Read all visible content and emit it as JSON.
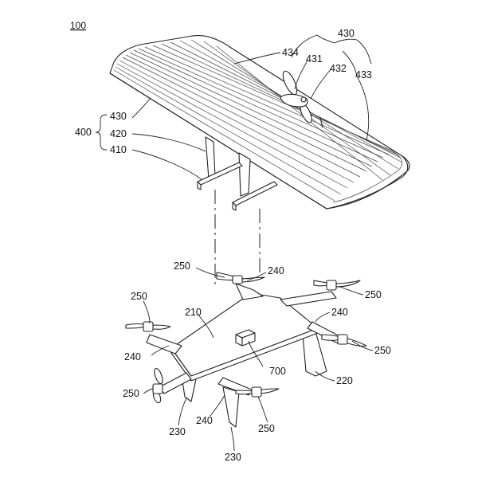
{
  "figure_number": "100",
  "labels": {
    "l430a": "430",
    "l434": "434",
    "l431": "431",
    "l432": "432",
    "l433": "433",
    "l430b": "430",
    "l400": "400",
    "l420": "420",
    "l410": "410",
    "l250a": "250",
    "l240a": "240",
    "l250b": "250",
    "l250c": "250",
    "l210": "210",
    "l240b": "240",
    "l250d": "250",
    "l240c": "240",
    "l700": "700",
    "l220": "220",
    "l250e": "250",
    "l230a": "230",
    "l240d": "240",
    "l250f": "250",
    "l230b": "230"
  }
}
